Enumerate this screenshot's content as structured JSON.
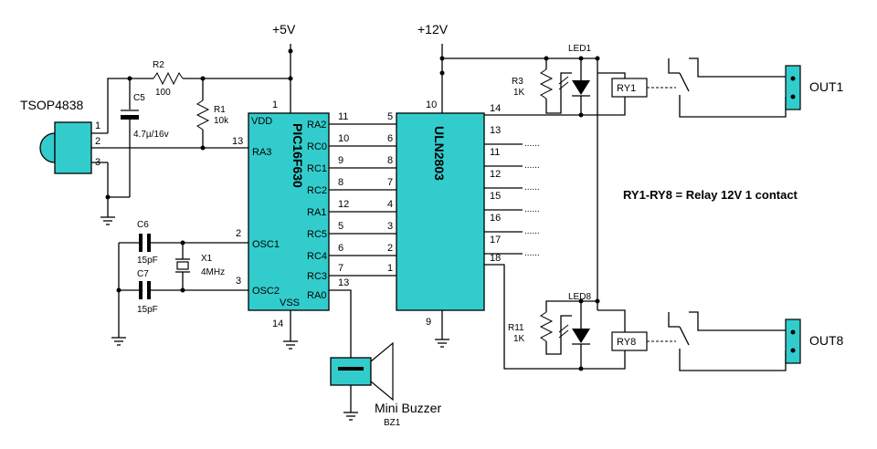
{
  "supplies": {
    "v5": "+5V",
    "v12": "+12V"
  },
  "sensor": {
    "name": "TSOP4838",
    "pins": [
      "1",
      "2",
      "3"
    ]
  },
  "components": {
    "r2": {
      "ref": "R2",
      "value": "100"
    },
    "c5": {
      "ref": "C5",
      "value": "4.7µ/16v"
    },
    "r1": {
      "ref": "R1",
      "value": "10k"
    },
    "c6": {
      "ref": "C6",
      "value": "15pF"
    },
    "c7": {
      "ref": "C7",
      "value": "15pF"
    },
    "x1": {
      "ref": "X1",
      "value": "4MHz"
    },
    "r3": {
      "ref": "R3",
      "value": "1K"
    },
    "r11": {
      "ref": "R11",
      "value": "1K"
    },
    "led1": "LED1",
    "led8": "LED8",
    "ry1": "RY1",
    "ry8": "RY8",
    "buzzer": {
      "name": "Mini Buzzer",
      "ref": "BZ1"
    }
  },
  "pic": {
    "name": "PIC16F630",
    "vdd": "VDD",
    "vss": "VSS",
    "vdd_pin": "1",
    "vss_pin": "14",
    "left_pins": [
      {
        "num": "13",
        "name": "RA3"
      },
      {
        "num": "2",
        "name": "OSC1"
      },
      {
        "num": "3",
        "name": "OSC2"
      }
    ],
    "right_pins": [
      {
        "num": "11",
        "name": "RA2"
      },
      {
        "num": "10",
        "name": "RC0"
      },
      {
        "num": "9",
        "name": "RC1"
      },
      {
        "num": "8",
        "name": "RC2"
      },
      {
        "num": "12",
        "name": "RA1"
      },
      {
        "num": "5",
        "name": "RC5"
      },
      {
        "num": "6",
        "name": "RC4"
      },
      {
        "num": "7",
        "name": "RC3"
      },
      {
        "num": "13",
        "name": "RA0"
      }
    ]
  },
  "uln": {
    "name": "ULN2803",
    "top_pin": "10",
    "bottom_pin": "9",
    "in_pins": [
      "5",
      "6",
      "8",
      "7",
      "4",
      "3",
      "2",
      "1"
    ],
    "out_pins": [
      "14",
      "13",
      "11",
      "12",
      "15",
      "16",
      "17",
      "18"
    ]
  },
  "outputs": {
    "out1": "OUT1",
    "out8": "OUT8"
  },
  "note": "RY1-RY8 = Relay 12V 1 contact",
  "dots": "......"
}
